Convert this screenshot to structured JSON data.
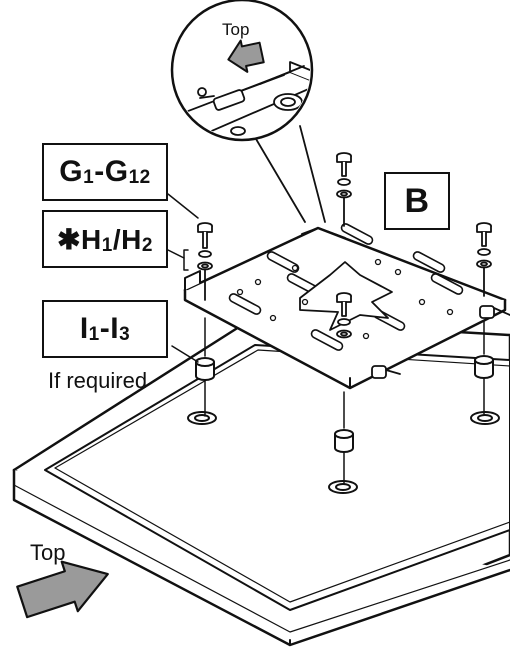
{
  "labels": {
    "g": {
      "letter": "G",
      "from": "1",
      "to": "12"
    },
    "h": {
      "star": "✱",
      "first": "H",
      "first_sub": "1",
      "second": "H",
      "second_sub": "2"
    },
    "i": {
      "letter": "I",
      "from": "1",
      "to": "3"
    },
    "b": "B",
    "if_required": "If required",
    "top_inset": "Top",
    "top_main": "Top"
  },
  "colors": {
    "ink": "#111111",
    "arrow_fill": "#9a9a9a",
    "sheet": "#ffffff"
  }
}
